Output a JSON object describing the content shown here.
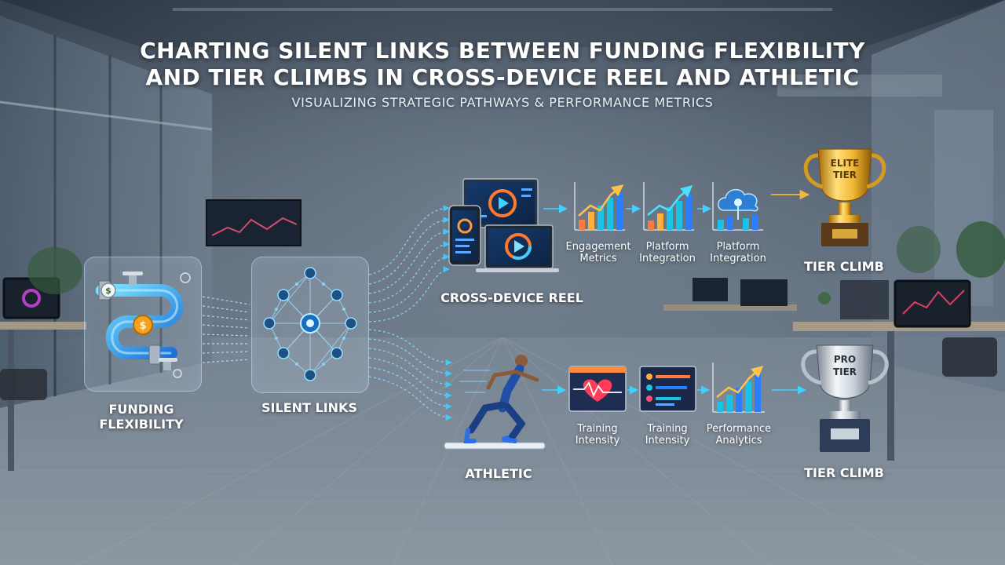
{
  "header": {
    "title_line1": "CHARTING SILENT LINKS BETWEEN FUNDING FLEXIBILITY",
    "title_line2": "AND TIER CLIMBS IN CROSS-DEVICE REEL AND ATHLETIC",
    "subtitle": "VISUALIZING STRATEGIC PATHWAYS & PERFORMANCE METRICS"
  },
  "nodes": {
    "funding_line1": "FUNDING",
    "funding_line2": "FLEXIBILITY",
    "silent_links": "SILENT LINKS",
    "cross_device_reel": "CROSS-DEVICE REEL",
    "athletic": "ATHLETIC"
  },
  "reel_path": {
    "metric1_line1": "Engagement",
    "metric1_line2": "Metrics",
    "metric2_line1": "Platform",
    "metric2_line2": "Integration",
    "metric3_line1": "Platform",
    "metric3_line2": "Integration",
    "trophy_line1": "ELITE",
    "trophy_line2": "TIER",
    "outcome": "TIER CLIMB"
  },
  "athletic_path": {
    "metric1_line1": "Training",
    "metric1_line2": "Intensity",
    "metric2_line1": "Training",
    "metric2_line2": "Intensity",
    "metric3_line1": "Performance",
    "metric3_line2": "Analytics",
    "trophy_line1": "PRO",
    "trophy_line2": "TIER",
    "outcome": "TIER CLIMB"
  },
  "colors": {
    "accent": "#3fd1ff",
    "gold": "#f2b735",
    "silver": "#c9d1da",
    "bars": [
      "#ff7a3d",
      "#ffb03b",
      "#19c3e6",
      "#2a7fff"
    ]
  },
  "icons": [
    "pipe-icon",
    "dollar-icon",
    "network-icon",
    "phone-icon",
    "laptop-icon",
    "monitor-icon",
    "play-icon",
    "bar-chart-icon",
    "cloud-icon",
    "heart-monitor-icon",
    "dashboard-icon",
    "runner-icon",
    "trophy-icon"
  ]
}
